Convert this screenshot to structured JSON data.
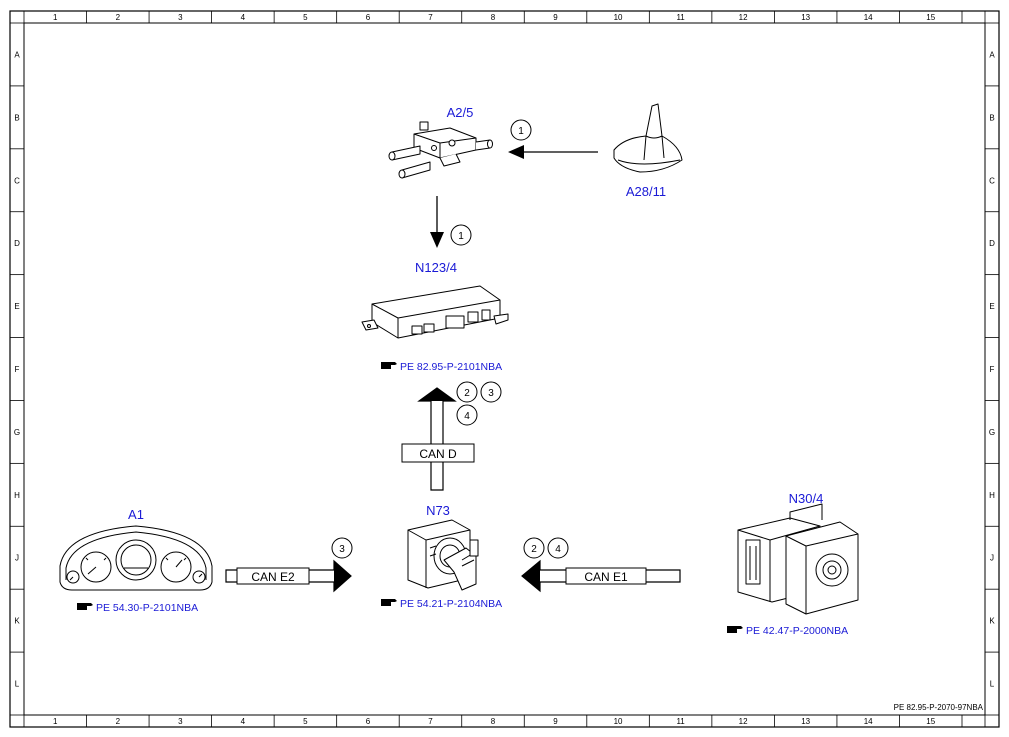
{
  "frame": {
    "columns": [
      "1",
      "2",
      "3",
      "4",
      "5",
      "6",
      "7",
      "8",
      "9",
      "10",
      "11",
      "12",
      "13",
      "14",
      "15"
    ],
    "rows": [
      "A",
      "B",
      "C",
      "D",
      "E",
      "F",
      "G",
      "H",
      "J",
      "K",
      "L"
    ]
  },
  "components": {
    "a2_5": {
      "label": "A2/5"
    },
    "a28_11": {
      "label": "A28/11"
    },
    "n123_4": {
      "label": "N123/4",
      "ref": "PE 82.95-P-2101NBA"
    },
    "n73": {
      "label": "N73",
      "ref": "PE 54.21-P-2104NBA"
    },
    "a1": {
      "label": "A1",
      "ref": "PE 54.30-P-2101NBA"
    },
    "n30_4": {
      "label": "N30/4",
      "ref": "PE 42.47-P-2000NBA"
    }
  },
  "buses": {
    "can_d": "CAN D",
    "can_e1": "CAN E1",
    "can_e2": "CAN E2"
  },
  "markers": {
    "antenna_to_a2_5": [
      "1"
    ],
    "a2_5_to_n123_4": [
      "1"
    ],
    "can_d": [
      "2",
      "3",
      "4"
    ],
    "can_e1": [
      "2",
      "4"
    ],
    "can_e2": [
      "3"
    ]
  },
  "doc_id": "PE 82.95-P-2070-97NBA",
  "colors": {
    "label_blue": "#1a1ad6",
    "ink": "#000000"
  },
  "icons": {
    "reference": "pointing-hand-icon"
  }
}
